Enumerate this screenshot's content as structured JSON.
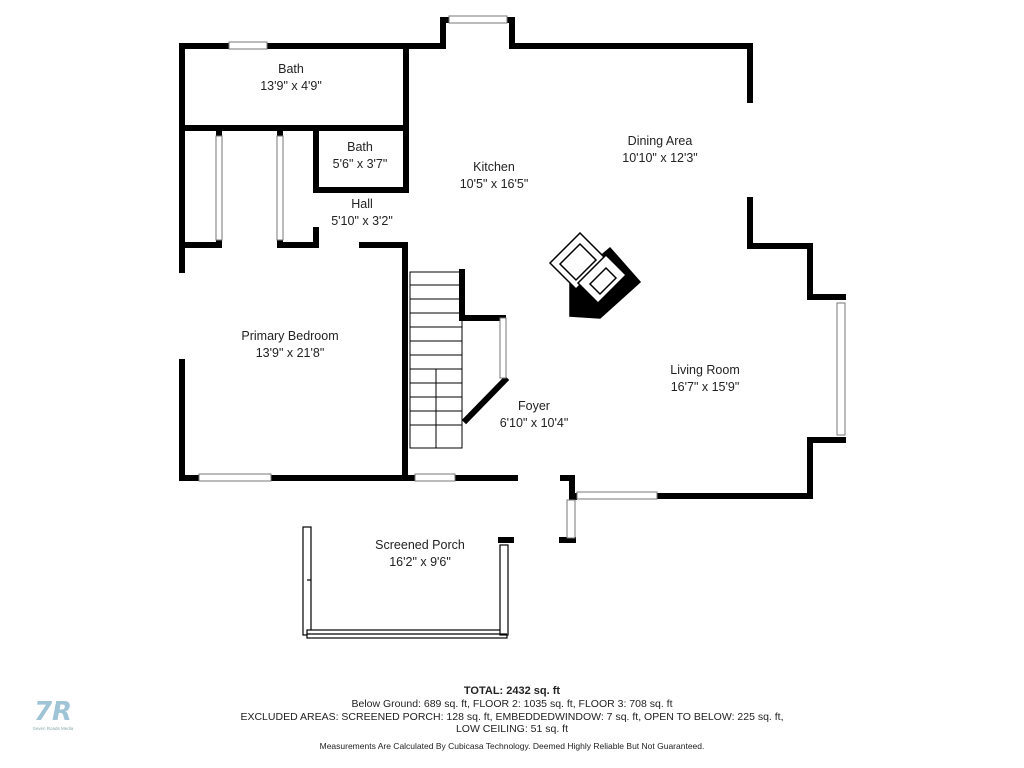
{
  "rooms": [
    {
      "name": "Bath",
      "dims": "13'9\" x 4'9\""
    },
    {
      "name": "Bath",
      "dims": "5'6\" x 3'7\""
    },
    {
      "name": "Hall",
      "dims": "5'10\" x 3'2\""
    },
    {
      "name": "Kitchen",
      "dims": "10'5\" x 16'5\""
    },
    {
      "name": "Dining Area",
      "dims": "10'10\" x 12'3\""
    },
    {
      "name": "Primary Bedroom",
      "dims": "13'9\" x 21'8\""
    },
    {
      "name": "Living Room",
      "dims": "16'7\" x 15'9\""
    },
    {
      "name": "Foyer",
      "dims": "6'10\" x 10'4\""
    },
    {
      "name": "Screened Porch",
      "dims": "16'2\" x 9'6\""
    }
  ],
  "summary": {
    "total": "TOTAL: 2432 sq. ft",
    "line1": "Below Ground: 689 sq. ft, FLOOR 2: 1035 sq. ft, FLOOR 3: 708 sq. ft",
    "line2": "EXCLUDED AREAS: SCREENED PORCH: 128 sq. ft, EMBEDDEDWINDOW: 7 sq. ft, OPEN TO BELOW: 225 sq. ft,",
    "line3": "LOW CEILING: 51 sq. ft",
    "disclaimer": "Measurements Are Calculated By Cubicasa Technology. Deemed Highly Reliable But Not Guaranteed."
  },
  "logo": {
    "mark": "7R",
    "tagline": "Seven Roads Media"
  },
  "colors": {
    "wall": "#000000",
    "window": "#aaaaaa",
    "logo": "#7fb3c8"
  }
}
